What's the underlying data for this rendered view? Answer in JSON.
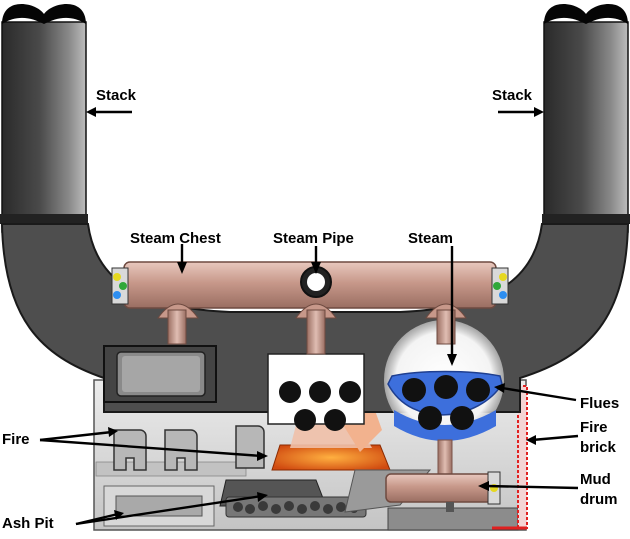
{
  "labels": {
    "stack_left": "Stack",
    "stack_right": "Stack",
    "steam_chest": "Steam Chest",
    "steam_pipe": "Steam Pipe",
    "steam": "Steam",
    "flues": "Flues",
    "fire_brick_line1": "Fire",
    "fire_brick_line2": "brick",
    "mud_drum_line1": "Mud",
    "mud_drum_line2": "drum",
    "fire": "Fire",
    "ash_pit": "Ash Pit"
  },
  "colors": {
    "stack_dark": "#3a3a3a",
    "boiler_body": "#4e4e4e",
    "chest_pipe": "#c7988a",
    "flue_blue": "#3d6fdc",
    "fire_orange": "#e8701a",
    "fire_brick_red": "#e02020",
    "casing_gray": "#d0d0d0"
  }
}
